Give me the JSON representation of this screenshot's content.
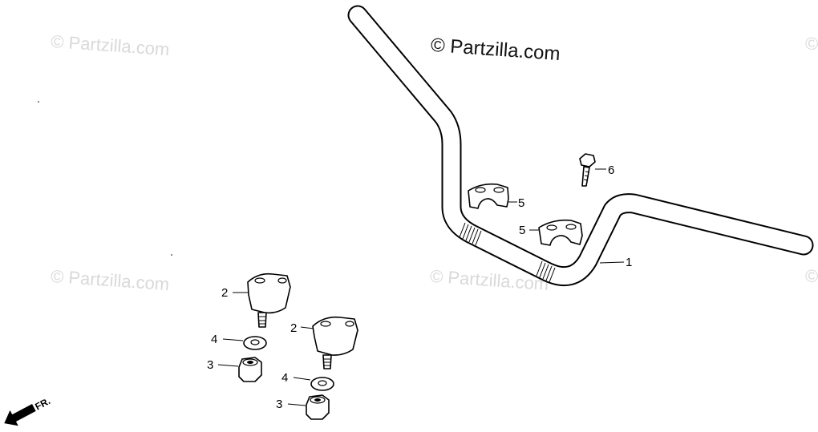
{
  "watermark": "© Partzilla.com",
  "copyright": "© Partzilla.com",
  "front_label": "FR.",
  "callouts": {
    "handlebar": "1",
    "lower_holder_a": "2",
    "lower_holder_b": "2",
    "nut_a": "3",
    "nut_b": "3",
    "washer_a": "4",
    "washer_b": "4",
    "upper_holder_a": "5",
    "upper_holder_b": "5",
    "bolt": "6"
  }
}
